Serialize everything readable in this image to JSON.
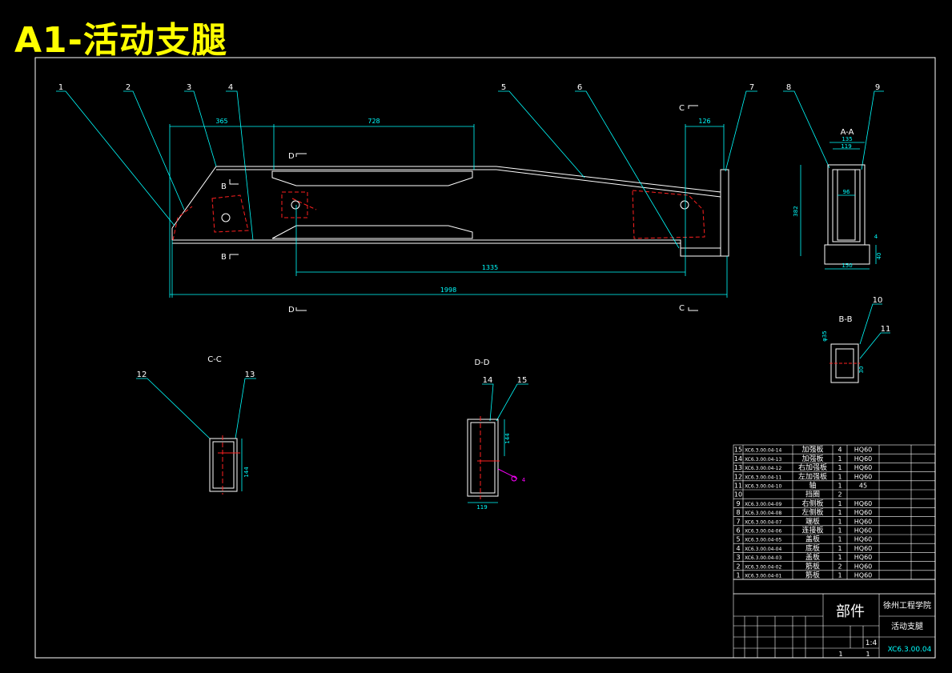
{
  "sheet_title": "A1-活动支腿",
  "balloons": [
    "1",
    "2",
    "3",
    "4",
    "5",
    "6",
    "7",
    "8",
    "9",
    "10",
    "11",
    "12",
    "13",
    "14",
    "15"
  ],
  "main_view": {
    "dims": {
      "d365": "365",
      "d728": "728",
      "d126": "126",
      "d1335": "1335",
      "d1998": "1998"
    },
    "section_marks": {
      "b_top": "B",
      "b_bottom": "B",
      "c_top": "C",
      "c_bottom": "C",
      "d_top": "D",
      "d_bottom": "D"
    }
  },
  "sections": {
    "aa": {
      "label": "A-A",
      "dims": {
        "d135": "135",
        "d119": "119",
        "d382": "382",
        "d150": "150",
        "d40": "40",
        "d96": "96",
        "d4": "4"
      }
    },
    "bb": {
      "label": "B-B",
      "dims": {
        "d35": "φ35",
        "d30": "30"
      }
    },
    "cc": {
      "label": "C-C",
      "dims": {
        "d144": "144"
      }
    },
    "dd": {
      "label": "D-D",
      "dims": {
        "d144": "144",
        "d119": "119",
        "d4": "4"
      }
    }
  },
  "bom": {
    "rows": [
      {
        "no": "15",
        "code": "XC6.3.00.04-14",
        "name": "加强板",
        "qty": "4",
        "mat": "HQ60"
      },
      {
        "no": "14",
        "code": "XC6.3.00.04-13",
        "name": "加强板",
        "qty": "1",
        "mat": "HQ60"
      },
      {
        "no": "13",
        "code": "XC6.3.00.04-12",
        "name": "右加强板",
        "qty": "1",
        "mat": "HQ60"
      },
      {
        "no": "12",
        "code": "XC6.3.00.04-11",
        "name": "左加强板",
        "qty": "1",
        "mat": "HQ60"
      },
      {
        "no": "11",
        "code": "XC6.3.00.04-10",
        "name": "轴",
        "qty": "1",
        "mat": "45"
      },
      {
        "no": "10",
        "code": "",
        "name": "挡圈",
        "qty": "2",
        "mat": ""
      },
      {
        "no": "9",
        "code": "XC6.3.00.04-09",
        "name": "右侧板",
        "qty": "1",
        "mat": "HQ60"
      },
      {
        "no": "8",
        "code": "XC6.3.00.04-08",
        "name": "左侧板",
        "qty": "1",
        "mat": "HQ60"
      },
      {
        "no": "7",
        "code": "XC6.3.00.04-07",
        "name": "端板",
        "qty": "1",
        "mat": "HQ60"
      },
      {
        "no": "6",
        "code": "XC6.3.00.04-06",
        "name": "连接板",
        "qty": "1",
        "mat": "HQ60"
      },
      {
        "no": "5",
        "code": "XC6.3.00.04-05",
        "name": "盖板",
        "qty": "1",
        "mat": "HQ60"
      },
      {
        "no": "4",
        "code": "XC6.3.00.04-04",
        "name": "底板",
        "qty": "1",
        "mat": "HQ60"
      },
      {
        "no": "3",
        "code": "XC6.3.00.04-03",
        "name": "盖板",
        "qty": "1",
        "mat": "HQ60"
      },
      {
        "no": "2",
        "code": "XC6.3.00.04-02",
        "name": "筋板",
        "qty": "2",
        "mat": "HQ60"
      },
      {
        "no": "1",
        "code": "XC6.3.00.04-01",
        "name": "筋板",
        "qty": "1",
        "mat": "HQ60"
      }
    ]
  },
  "title_block": {
    "doc_type": "部件",
    "school": "徐州工程学院",
    "part_name": "活动支腿",
    "scale": "1:4",
    "drawing_no": "XC6.3.00.04",
    "sheet_count": "1",
    "sheet_no": "1"
  },
  "colors": {
    "outline": "#ffffff",
    "dim": "#00ffff",
    "hidden": "#ff2020",
    "title": "#ffff00",
    "accent": "#ff00ff"
  }
}
